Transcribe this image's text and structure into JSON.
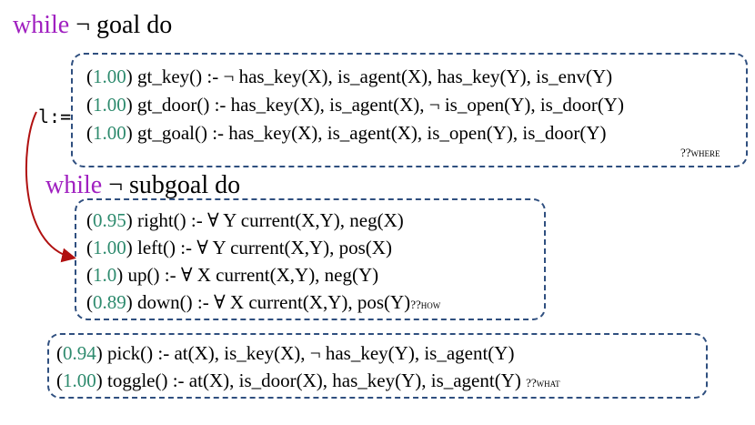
{
  "outer_loop": {
    "keyword": "while",
    "condition": "¬ goal do"
  },
  "assign_label": "l:=",
  "where_box": {
    "rules": [
      {
        "weight": "1.00",
        "text": "gt_key() :- ¬ has_key(X), is_agent(X), has_key(Y), is_env(Y)"
      },
      {
        "weight": "1.00",
        "text": "gt_door() :- has_key(X), is_agent(X), ¬ is_open(Y), is_door(Y)"
      },
      {
        "weight": "1.00",
        "text": "gt_goal() :- has_key(X), is_agent(X), is_open(Y), is_door(Y)"
      }
    ],
    "tag_q": "??",
    "tag_word": "where"
  },
  "inner_loop": {
    "keyword": "while",
    "condition": "¬ subgoal do"
  },
  "how_box": {
    "rules": [
      {
        "weight": "0.95",
        "text": "right() :- ∀ Y current(X,Y), neg(X)"
      },
      {
        "weight": "1.00",
        "text": "left() :- ∀ Y current(X,Y), pos(X)"
      },
      {
        "weight": "1.0",
        "text": "up() :- ∀ X current(X,Y), neg(Y)"
      },
      {
        "weight": "0.89",
        "text": "down() :- ∀ X current(X,Y), pos(Y)"
      }
    ],
    "tag_q": "??",
    "tag_word": "how"
  },
  "what_box": {
    "rules": [
      {
        "weight": "0.94",
        "text": "pick() :- at(X), is_key(X), ¬ has_key(Y), is_agent(Y)"
      },
      {
        "weight": "1.00",
        "text": "toggle() :- at(X), is_door(X), has_key(Y), is_agent(Y)"
      }
    ],
    "tag_q": "??",
    "tag_word": "what"
  },
  "colors": {
    "keyword": "#a020c0",
    "weight": "#2e8b6e",
    "box_border": "#2f4f7f",
    "arrow": "#b01010"
  }
}
